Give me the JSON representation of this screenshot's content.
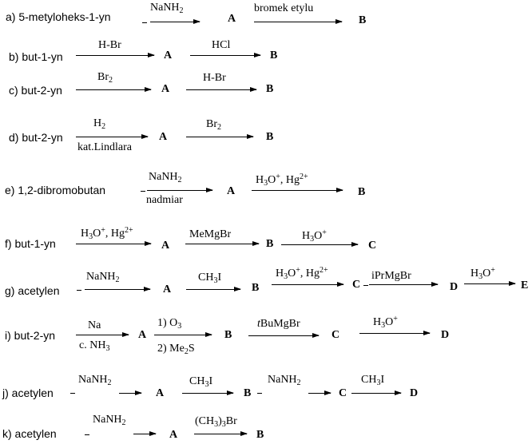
{
  "rows": {
    "a": {
      "label": "a) 5-metyloheks-1-yn",
      "r1": "NaNH",
      "r2": "bromek etylu",
      "A": "A",
      "B": "B"
    },
    "b": {
      "label": "b) but-1-yn",
      "r1": "H-Br",
      "r2": "HCl",
      "A": "A",
      "B": "B"
    },
    "c": {
      "label": "c) but-2-yn",
      "r1": "Br",
      "r2": "H-Br",
      "A": "A",
      "B": "B"
    },
    "d": {
      "label": "d) but-2-yn",
      "r1": "H",
      "r1b": "kat.Lindlara",
      "r2": "Br",
      "A": "A",
      "B": "B"
    },
    "e": {
      "label": "e) 1,2-dibromobutan",
      "r1": "NaNH",
      "r1b": "nadmiar",
      "r2": "H",
      "r2b": "O",
      "r2c": ", Hg",
      "A": "A",
      "B": "B"
    },
    "f": {
      "label": "f) but-1-yn",
      "r1": "H",
      "r1b": "O",
      "r1c": ", Hg",
      "r2": "MeMgBr",
      "r3": "H",
      "r3b": "O",
      "A": "A",
      "B": "B",
      "C": "C"
    },
    "g": {
      "label": "g) acetylen",
      "r1": "NaNH",
      "r2": "CH",
      "r2b": "I",
      "r3": "H",
      "r3b": "O",
      "r3c": ", Hg",
      "r4": "iPrMgBr",
      "r5": "H",
      "r5b": "O",
      "A": "A",
      "B": "B",
      "C": "C",
      "D": "D",
      "E": "E"
    },
    "i": {
      "label": "i) but-2-yn",
      "r1": "Na",
      "r1b": "c. NH",
      "r2": "1) O",
      "r2b": "2) Me",
      "r2c": "S",
      "r3a": "t",
      "r3": "BuMgBr",
      "r4": "H",
      "r4b": "O",
      "A": "A",
      "B": "B",
      "C": "C",
      "D": "D"
    },
    "j": {
      "label": "j) acetylen",
      "r1": "NaNH",
      "r2": "CH",
      "r2b": "I",
      "r3": "NaNH",
      "r4": "CH",
      "r4b": "I",
      "A": "A",
      "B": "B",
      "C": "C",
      "D": "D"
    },
    "k": {
      "label": "k) acetylen",
      "r1": "NaNH",
      "r2": "(CH",
      "r2b": ")",
      "r2c": "Br",
      "A": "A",
      "B": "B"
    }
  },
  "sub": {
    "two": "2",
    "three": "3"
  },
  "sup": {
    "plus": "+",
    "two_plus": "2+"
  }
}
